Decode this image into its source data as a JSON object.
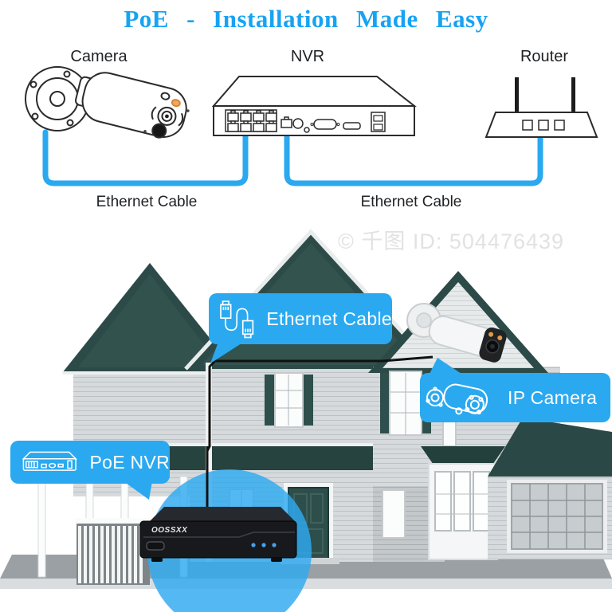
{
  "title": "PoE - Installation Made Easy",
  "top_diagram": {
    "camera_label": "Camera",
    "nvr_label": "NVR",
    "router_label": "Router",
    "left_cable_label": "Ethernet Cable",
    "right_cable_label": "Ethernet Cable"
  },
  "house": {
    "watermark": "© 千图 ID: 504476439",
    "ethernet_callout": "Ethernet Cable",
    "camera_callout": "IP Camera",
    "nvr_callout": "PoE NVR",
    "nvr_brand": "OOSSXX"
  },
  "colors": {
    "accent_blue": "#2AA9F0",
    "title_blue": "#17A3F3",
    "cable_blue": "#2AA9F0",
    "roof_teal": "#2C4B48",
    "siding_gray": "#D9DCDE",
    "ink": "#1F2124"
  }
}
